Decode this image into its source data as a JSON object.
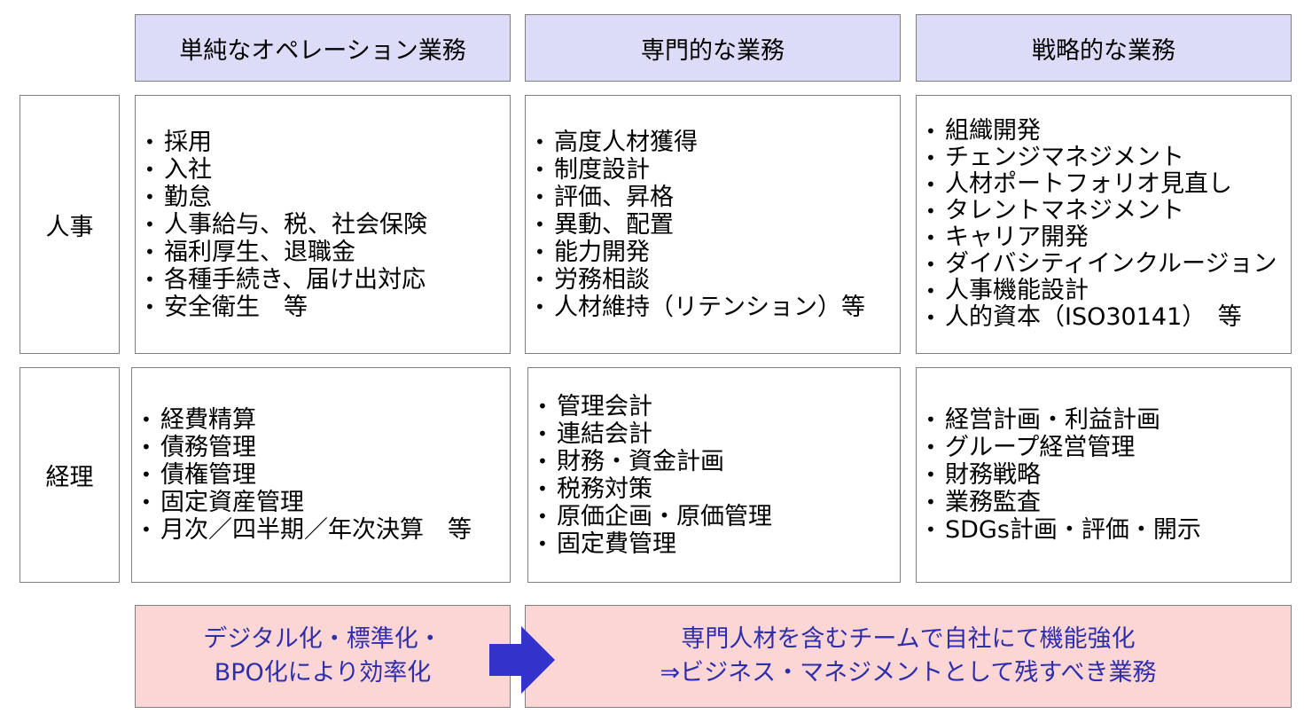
{
  "headers": {
    "col1": "単純なオペレーション業務",
    "col2": "専門的な業務",
    "col3": "戦略的な業務"
  },
  "rows": {
    "hr": {
      "label": "人事",
      "col1": [
        "採用",
        "入社",
        "勤怠",
        "人事給与、税、社会保険",
        "福利厚生、退職金",
        "各種手続き、届け出対応",
        "安全衛生　等"
      ],
      "col2": [
        "高度人材獲得",
        "制度設計",
        "評価、昇格",
        "異動、配置",
        "能力開発",
        "労務相談",
        "人材維持（リテンション）等"
      ],
      "col3": [
        "組織開発",
        "チェンジマネジメント",
        "人材ポートフォリオ見直し",
        "タレントマネジメント",
        "キャリア開発",
        "ダイバシティインクルージョン",
        "人事機能設計",
        "人的資本（ISO30141）　等"
      ]
    },
    "acct": {
      "label": "経理",
      "col1": [
        "経費精算",
        "債務管理",
        "債権管理",
        "固定資産管理",
        "月次／四半期／年次決算　等"
      ],
      "col2": [
        "管理会計",
        "連結会計",
        "財務・資金計画",
        "税務対策",
        "原価企画・原価管理",
        "固定費管理"
      ],
      "col3": [
        "経営計画・利益計画",
        "グループ経営管理",
        "財務戦略",
        "業務監査",
        "SDGs計画・評価・開示"
      ]
    }
  },
  "bottom": {
    "left": [
      "デジタル化・標準化・",
      "BPO化により効率化"
    ],
    "right": [
      "専門人材を含むチームで自社にて機能強化",
      "⇒ビジネス・マネジメントとして残すべき業務"
    ]
  },
  "colors": {
    "header_bg": "#dcdcf8",
    "bottom_bg": "#fcd5d5",
    "bottom_text": "#2e2eaa",
    "arrow": "#3333cc",
    "border": "#7f7f7f"
  }
}
